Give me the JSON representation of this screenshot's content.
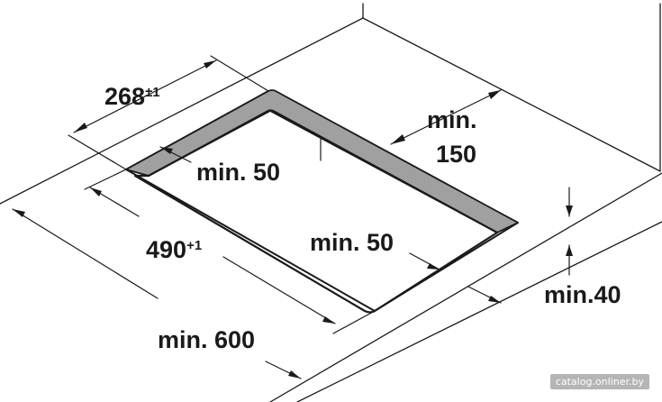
{
  "dimensions": {
    "width": {
      "value": "268",
      "tolerance": "±1"
    },
    "length": {
      "value": "490",
      "tolerance": "+1"
    },
    "back_clearance": {
      "line1": "min.",
      "line2": "150"
    },
    "side_clearance_left": "min. 50",
    "side_clearance_front": "min. 50",
    "worktop_depth": "min. 600",
    "worktop_thickness": "min.40"
  },
  "watermark": "catalog.onliner.by",
  "colors": {
    "stroke": "#1a1a1a",
    "cutout_edge": "#a0a0a0",
    "background": "#ffffff"
  }
}
